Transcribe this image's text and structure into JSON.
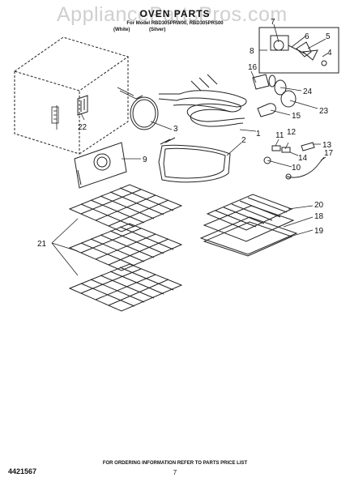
{
  "watermark": "AppliancePartsPros.com",
  "title": "OVEN PARTS",
  "subtitle": "For Model RBD305PRW00, RBD305PRS00",
  "colors": [
    "(White)",
    "(Silver)"
  ],
  "footer": "FOR ORDERING INFORMATION REFER TO PARTS PRICE LIST",
  "part_number": "4421567",
  "page_number": "7",
  "callouts": [
    {
      "label": "1"
    },
    {
      "label": "2"
    },
    {
      "label": "3"
    },
    {
      "label": "4"
    },
    {
      "label": "5"
    },
    {
      "label": "6"
    },
    {
      "label": "7"
    },
    {
      "label": "8"
    },
    {
      "label": "9"
    },
    {
      "label": "10"
    },
    {
      "label": "11"
    },
    {
      "label": "12"
    },
    {
      "label": "13"
    },
    {
      "label": "14"
    },
    {
      "label": "15"
    },
    {
      "label": "16"
    },
    {
      "label": "17"
    },
    {
      "label": "18"
    },
    {
      "label": "19"
    },
    {
      "label": "20"
    },
    {
      "label": "21"
    },
    {
      "label": "22"
    },
    {
      "label": "23"
    },
    {
      "label": "24"
    }
  ]
}
